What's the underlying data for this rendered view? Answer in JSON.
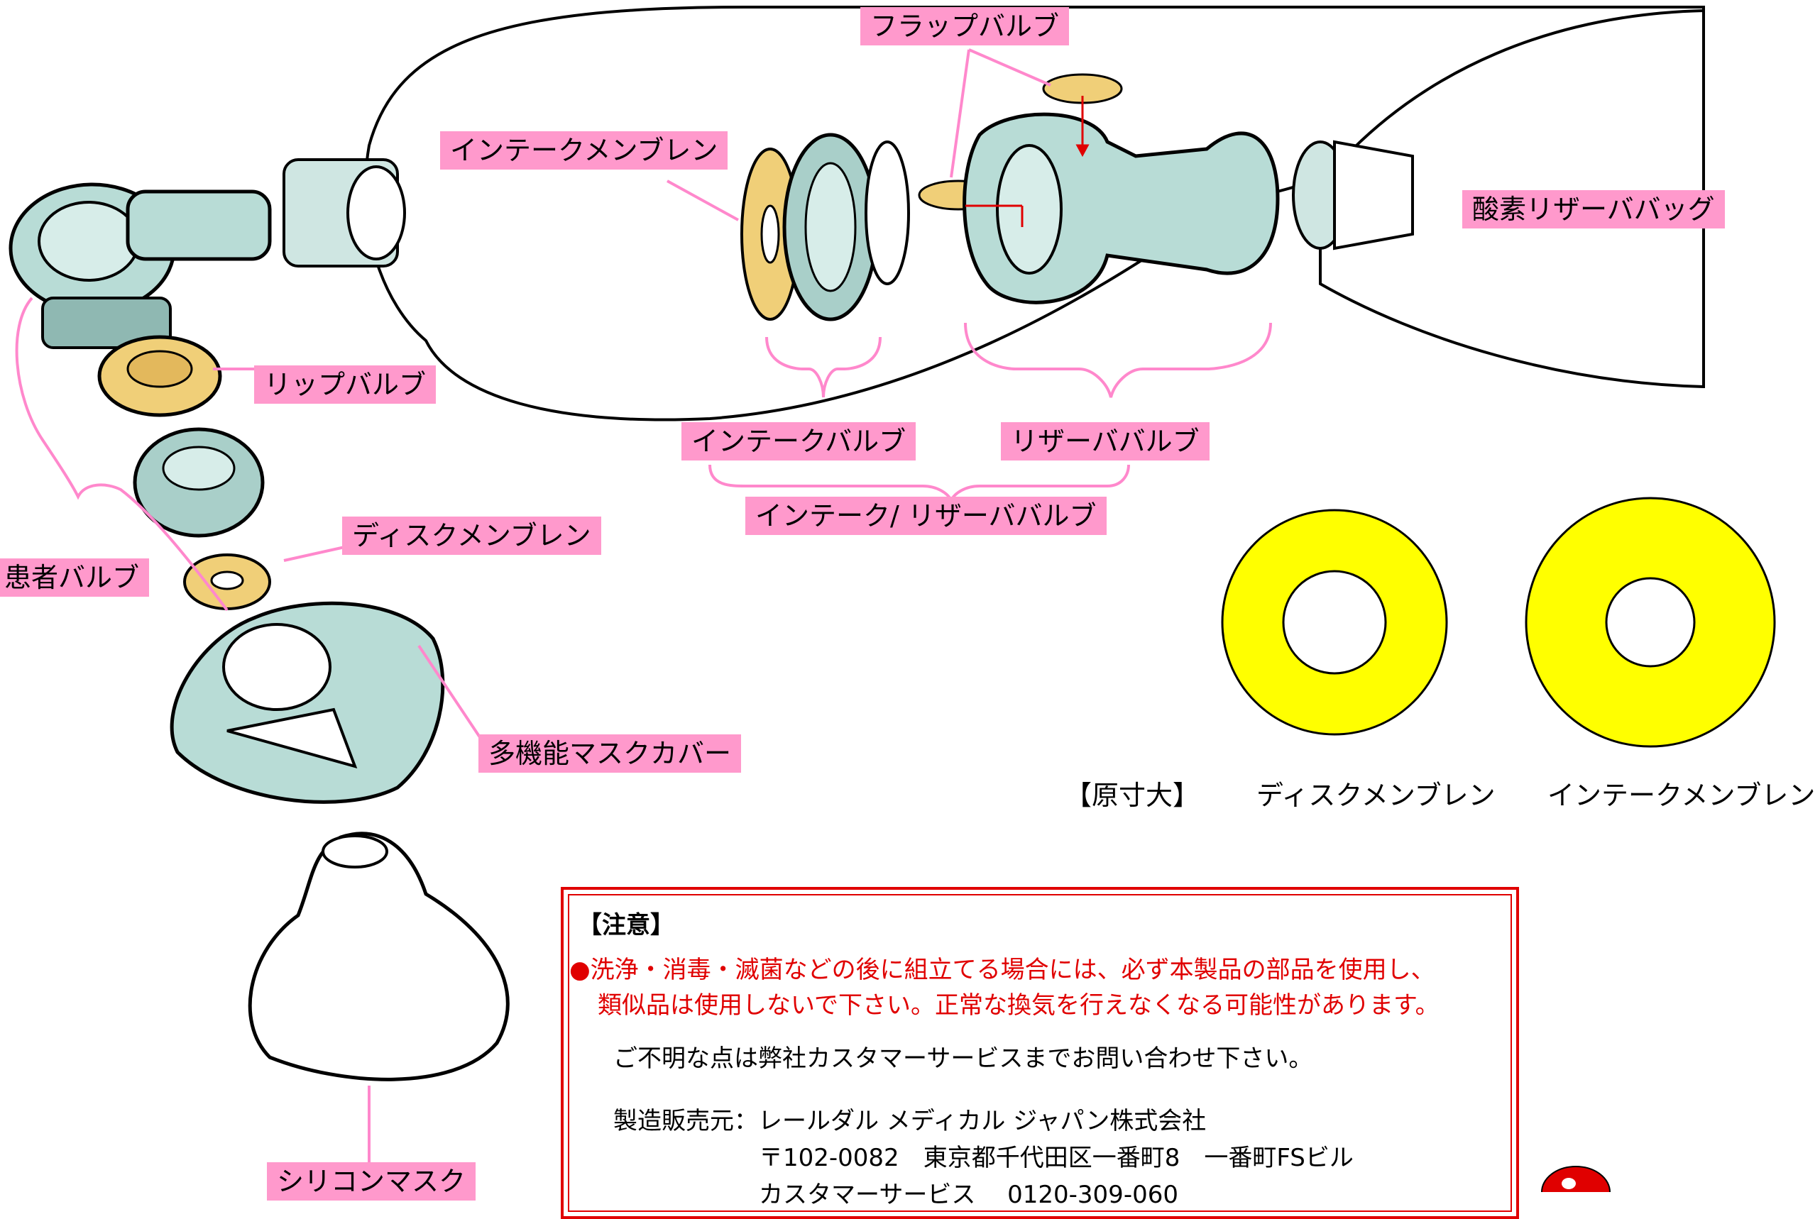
{
  "labels": {
    "flap_valve": "フラップバルブ",
    "intake_membrane": "インテークメンブレン",
    "oxygen_reservoir_bag": "酸素リザーババッグ",
    "lip_valve": "リップバルブ",
    "intake_valve": "インテークバルブ",
    "reservoir_valve": "リザーババルブ",
    "intake_reservoir_valve": "インテーク/ リザーババルブ",
    "disk_membrane": "ディスクメンブレン",
    "patient_valve": "患者バルブ",
    "multi_mask_cover": "多機能マスクカバー",
    "silicone_mask": "シリコンマスク"
  },
  "actual_size": {
    "tag": "【原寸大】",
    "disk_label": "ディスクメンブレン",
    "intake_label": "インテークメンブレン"
  },
  "notice": {
    "title": "【注意】",
    "warning_line1": "●洗浄・消毒・滅菌などの後に組立てる場合には、必ず本製品の部品を使用し、",
    "warning_line2": "類似品は使用しないで下さい。正常な換気を行えなくなる可能性があります。",
    "inquiry": "ご不明な点は弊社カスタマーサービスまでお問い合わせ下さい。",
    "manufacturer": "製造販売元：レールダル メディカル ジャパン株式会社",
    "address": "〒102-0082　東京都千代田区一番町8　一番町FSビル",
    "customer_service": "カスタマーサービス　 0120-309-060"
  },
  "colors": {
    "label_bg": "#ff99cc",
    "membrane_yellow": "#ffff00",
    "part_gold": "#f0cf78",
    "part_teal": "#b8dcd6",
    "leader_pink": "#ff88cc",
    "notice_red": "#e00000"
  }
}
